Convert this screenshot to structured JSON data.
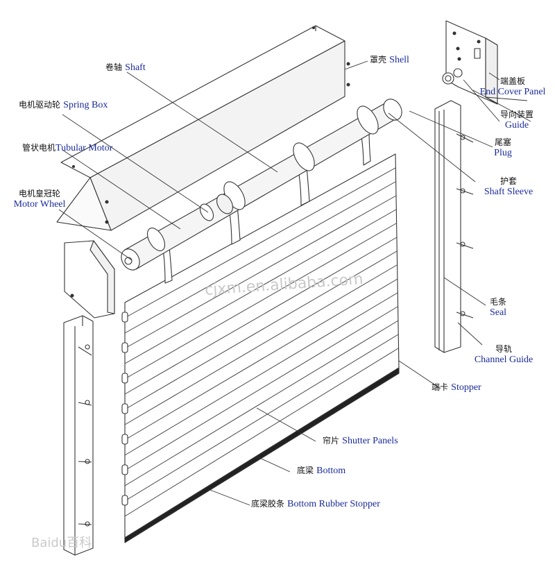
{
  "labels": {
    "shaft": {
      "cn": "卷轴",
      "en": "Shaft"
    },
    "shell": {
      "cn": "罩壳",
      "en": "Shell"
    },
    "spring_box": {
      "cn": "电机驱动轮",
      "en": "Spring Box"
    },
    "tubular_motor": {
      "cn": "管状电机",
      "en": "Tubular Motor"
    },
    "motor_wheel": {
      "cn": "电机皇冠轮",
      "en": "Motor Wheel"
    },
    "end_cover_panel": {
      "cn": "端盖板",
      "en": "End Cover Panel"
    },
    "guide": {
      "cn": "导向装置",
      "en": "Guide"
    },
    "plug": {
      "cn": "尾塞",
      "en": "Plug"
    },
    "shaft_sleeve": {
      "cn": "护套",
      "en": "Shaft Sleeve"
    },
    "seal": {
      "cn": "毛条",
      "en": "Seal"
    },
    "channel_guide": {
      "cn": "导轨",
      "en": "Channel Guide"
    },
    "stopper": {
      "cn": "端卡",
      "en": "Stopper"
    },
    "shutter_panels": {
      "cn": "帘片",
      "en": "Shutter Panels"
    },
    "bottom": {
      "cn": "底梁",
      "en": "Bottom"
    },
    "bottom_rubber_stopper": {
      "cn": "底梁胶条",
      "en": "Bottom Rubber Stopper"
    }
  },
  "watermarks": {
    "center": "cjxm.en.alibaba.com",
    "corner": "Baidu百科"
  }
}
